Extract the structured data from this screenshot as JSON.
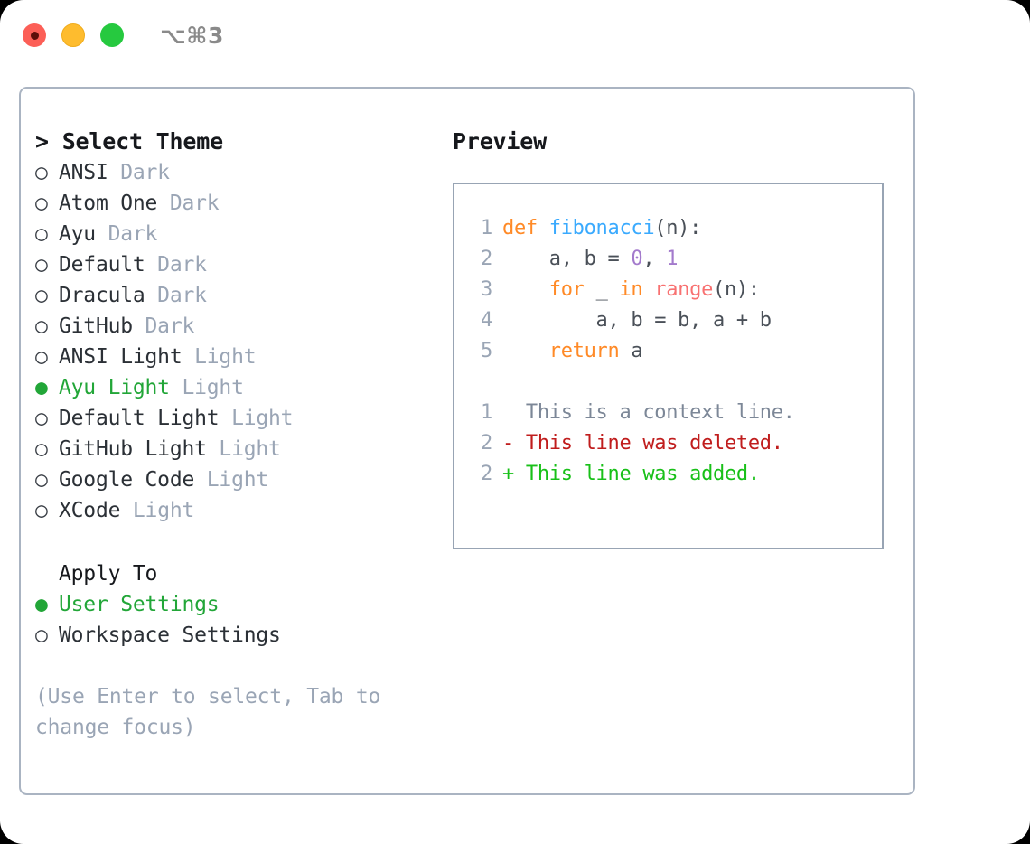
{
  "titlebar": {
    "shortcut": "⌥⌘3",
    "buttons": [
      {
        "name": "close",
        "color": "#fc5f57"
      },
      {
        "name": "minimize",
        "color": "#febc2e"
      },
      {
        "name": "maximize",
        "color": "#26c93f"
      }
    ]
  },
  "colors": {
    "accent_green": "#22a638",
    "muted": "#9aa5b5",
    "text": "#2b3036",
    "border": "#aab4c2",
    "keyword": "#ff8a27",
    "function": "#3aaafe",
    "number": "#a37acc",
    "builtin": "#f87171",
    "diff_context": "#7c8797",
    "diff_deleted": "#c01d1d",
    "diff_added": "#18c018"
  },
  "theme_panel": {
    "header": "> Select Theme",
    "bullet_unselected": "○",
    "bullet_selected": "●",
    "items": [
      {
        "name": "ANSI",
        "variant": "Dark",
        "selected": false
      },
      {
        "name": "Atom One",
        "variant": "Dark",
        "selected": false
      },
      {
        "name": "Ayu",
        "variant": "Dark",
        "selected": false
      },
      {
        "name": "Default",
        "variant": "Dark",
        "selected": false
      },
      {
        "name": "Dracula",
        "variant": "Dark",
        "selected": false
      },
      {
        "name": "GitHub",
        "variant": "Dark",
        "selected": false
      },
      {
        "name": "ANSI Light",
        "variant": "Light",
        "selected": false
      },
      {
        "name": "Ayu Light",
        "variant": "Light",
        "selected": true
      },
      {
        "name": "Default Light",
        "variant": "Light",
        "selected": false
      },
      {
        "name": "GitHub Light",
        "variant": "Light",
        "selected": false
      },
      {
        "name": "Google Code",
        "variant": "Light",
        "selected": false
      },
      {
        "name": "XCode",
        "variant": "Light",
        "selected": false
      }
    ]
  },
  "apply_to": {
    "header": "Apply To",
    "options": [
      {
        "label": "User Settings",
        "selected": true
      },
      {
        "label": "Workspace Settings",
        "selected": false
      }
    ]
  },
  "hint": "(Use Enter to select, Tab to change focus)",
  "preview": {
    "header": "Preview",
    "code_lines": [
      {
        "lineno": "1",
        "tokens": [
          {
            "t": "def ",
            "c": "kw"
          },
          {
            "t": "fibonacci",
            "c": "fn"
          },
          {
            "t": "(n):",
            "c": "plain"
          }
        ]
      },
      {
        "lineno": "2",
        "tokens": [
          {
            "t": "    a, b = ",
            "c": "plain"
          },
          {
            "t": "0",
            "c": "num"
          },
          {
            "t": ", ",
            "c": "plain"
          },
          {
            "t": "1",
            "c": "num"
          }
        ]
      },
      {
        "lineno": "3",
        "tokens": [
          {
            "t": "    ",
            "c": "plain"
          },
          {
            "t": "for",
            "c": "kw"
          },
          {
            "t": " _ ",
            "c": "plain"
          },
          {
            "t": "in",
            "c": "kw"
          },
          {
            "t": " ",
            "c": "plain"
          },
          {
            "t": "range",
            "c": "builtin"
          },
          {
            "t": "(n):",
            "c": "plain"
          }
        ]
      },
      {
        "lineno": "4",
        "tokens": [
          {
            "t": "        a, b = b, a + b",
            "c": "plain"
          }
        ]
      },
      {
        "lineno": "5",
        "tokens": [
          {
            "t": "    ",
            "c": "plain"
          },
          {
            "t": "return",
            "c": "kw"
          },
          {
            "t": " a",
            "c": "plain"
          }
        ]
      }
    ],
    "diff_lines": [
      {
        "lineno": "1",
        "marker": "  ",
        "text": "This is a context line.",
        "kind": "ctx"
      },
      {
        "lineno": "2",
        "marker": "- ",
        "text": "This line was deleted.",
        "kind": "del"
      },
      {
        "lineno": "2",
        "marker": "+ ",
        "text": "This line was added.",
        "kind": "add"
      }
    ]
  }
}
